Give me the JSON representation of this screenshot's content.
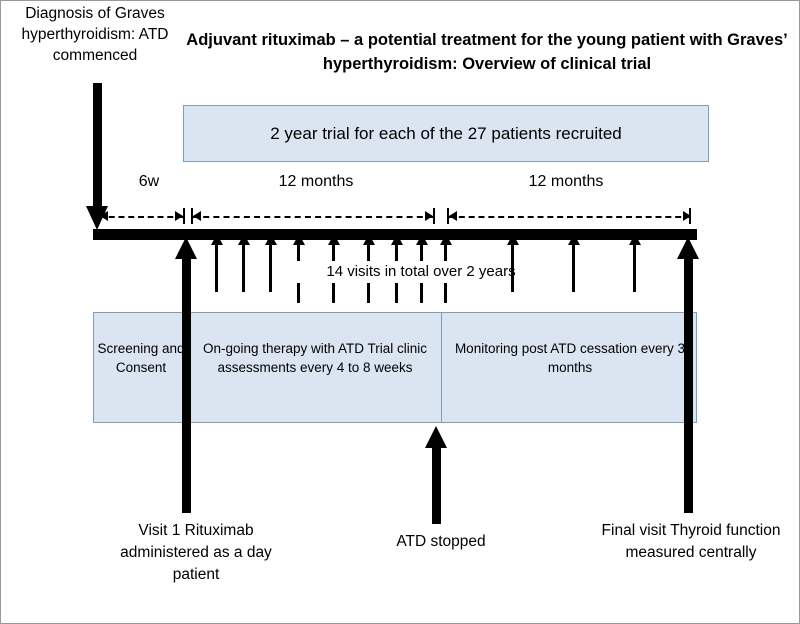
{
  "diagnosis": {
    "label": "Diagnosis of Graves hyperthyroidism: ATD commenced"
  },
  "title": {
    "text": "Adjuvant rituximab – a potential treatment for the young patient with Graves’ hyperthyroidism: Overview of clinical trial"
  },
  "banner": {
    "text": "2 year trial for each of the 27 patients recruited"
  },
  "durations": [
    {
      "label": "6w"
    },
    {
      "label": "12 months"
    },
    {
      "label": "12 months"
    }
  ],
  "visits_caption": {
    "text": "14 visits in total over 2 years"
  },
  "phases": [
    {
      "name": "screening",
      "text": "Screening and Consent"
    },
    {
      "name": "ongoing-therapy",
      "text": "On-going therapy with ATD Trial clinic assessments every 4 to 8 weeks"
    },
    {
      "name": "monitoring",
      "text": "Monitoring post ATD cessation every 3 months"
    }
  ],
  "milestones": [
    {
      "name": "visit-1",
      "text": "Visit 1 Rituximab administered as a day patient"
    },
    {
      "name": "atd-stopped",
      "text": "ATD stopped"
    },
    {
      "name": "final-visit",
      "text": "Final visit Thyroid function measured centrally"
    }
  ],
  "colors": {
    "panel_fill": "#dbe5f1",
    "panel_border": "#7f9db9",
    "line": "#000000",
    "background": "#ffffff"
  }
}
